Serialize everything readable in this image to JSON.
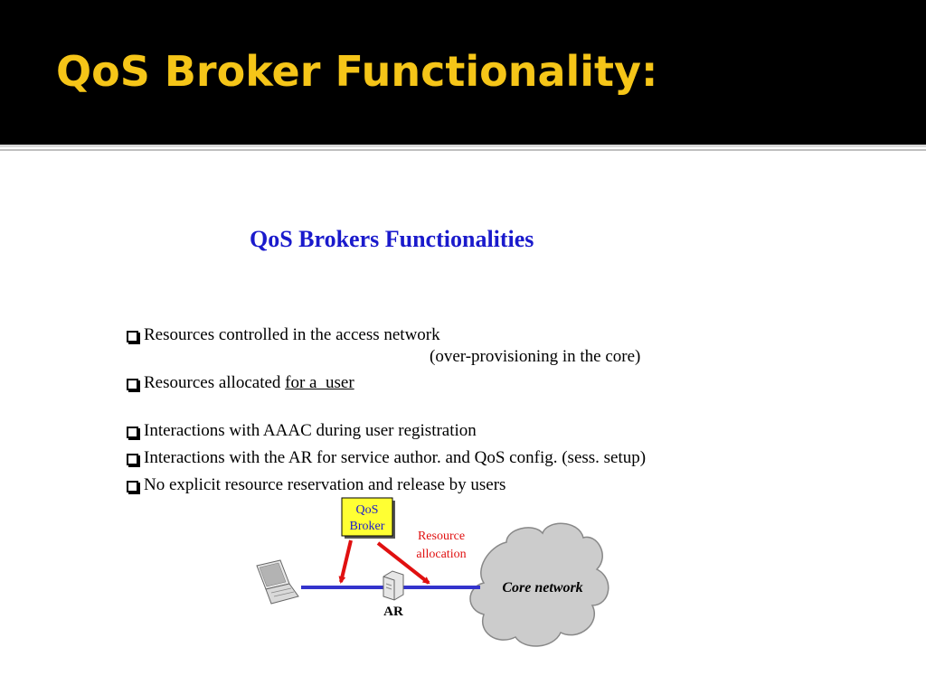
{
  "slide": {
    "title": "QoS Broker Functionality:",
    "subtitle": "QoS Brokers Functionalities"
  },
  "bullets": [
    {
      "text": "Resources controlled in the access network"
    },
    {
      "text": "(over-provisioning in the core)"
    },
    {
      "text_before": "Resources allocated ",
      "text_underlined": "for a  user"
    },
    {
      "text": "Interactions with AAAC during user registration"
    },
    {
      "text": "Interactions with the AR for service author.  and  QoS config. (sess. setup)"
    },
    {
      "text": "No explicit resource reservation and release by users"
    }
  ],
  "diagram": {
    "broker_line1": "QoS",
    "broker_line2": "Broker",
    "resource_line1": "Resource",
    "resource_line2": "allocation",
    "router_label": "AR",
    "core_label": "Core network",
    "colors": {
      "link": "#3333cc",
      "arrow": "#e01010",
      "broker_fill": "#ffff33",
      "cloud_fill": "#cccccc",
      "title": "#f5c518",
      "subtitle": "#1a1acc"
    }
  }
}
